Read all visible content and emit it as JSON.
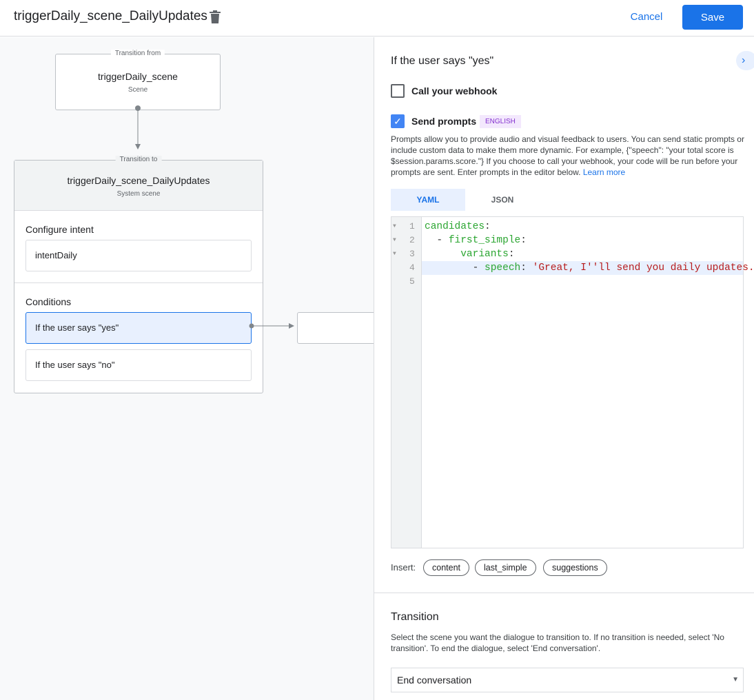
{
  "header": {
    "title": "triggerDaily_scene_DailyUpdates",
    "cancel": "Cancel",
    "save": "Save"
  },
  "canvas": {
    "from": {
      "label": "Transition from",
      "title": "triggerDaily_scene",
      "subtitle": "Scene"
    },
    "to": {
      "label": "Transition to",
      "title": "triggerDaily_scene_DailyUpdates",
      "subtitle": "System scene"
    },
    "configure_intent": "Configure intent",
    "intent": "intentDaily",
    "conditions": "Conditions",
    "cond_yes": "If the user says \"yes\"",
    "cond_no": "If the user says \"no\""
  },
  "panel": {
    "heading": "If the user says \"yes\"",
    "webhook": {
      "label": "Call your webhook",
      "checked": false
    },
    "prompts": {
      "label": "Send prompts",
      "checked": true,
      "badge": "ENGLISH"
    },
    "description": "Prompts allow you to provide audio and visual feedback to users. You can send static prompts or include custom data to make them more dynamic. For example, {\"speech\": \"your total score is $session.params.score.\"} If you choose to call your webhook, your code will be run before your prompts are sent. Enter prompts in the editor below.",
    "learn_more": "Learn more",
    "tabs": [
      "YAML",
      "JSON"
    ],
    "active_tab": "YAML",
    "code": {
      "l1k": "candidates",
      "l2k": "first_simple",
      "l3k": "variants",
      "l4k": "speech",
      "l4v": "'Great, I''ll send you daily updates.",
      "nums": [
        "1",
        "2",
        "3",
        "4",
        "5"
      ]
    },
    "insert": {
      "label": "Insert:",
      "chips": [
        "content",
        "last_simple",
        "suggestions"
      ]
    },
    "transition": {
      "heading": "Transition",
      "description": "Select the scene you want the dialogue to transition to. If no transition is needed, select 'No transition'. To end the dialogue, select 'End conversation'.",
      "value": "End conversation"
    }
  }
}
